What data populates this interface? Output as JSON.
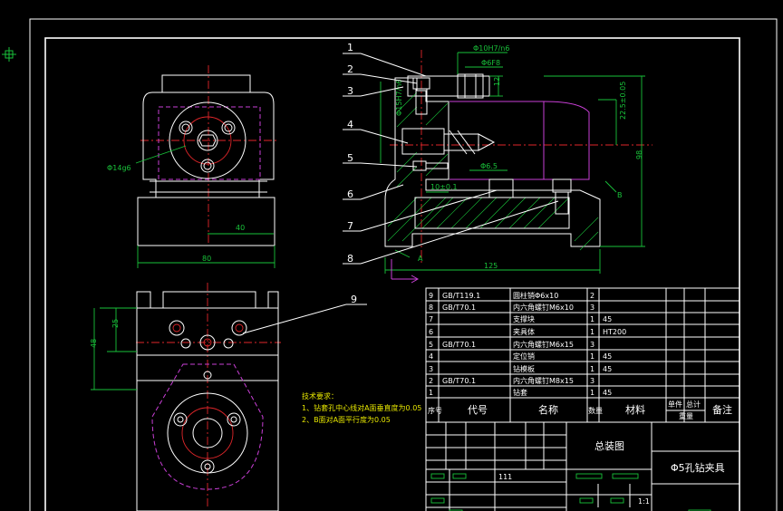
{
  "colors": {
    "background": "#000000",
    "outline": "#ffffff",
    "centerline": "#e0262a",
    "dimension": "#19c23a",
    "hidden": "#c93fd6",
    "note": "#e6e600"
  },
  "balloons": [
    "1",
    "2",
    "3",
    "4",
    "5",
    "6",
    "7",
    "8",
    "9"
  ],
  "front_view": {
    "dim_phi14g6": "Φ14g6",
    "dim_40": "40",
    "dim_80": "80"
  },
  "section_view": {
    "dim_phi10": "Φ10H7/n6",
    "dim_phi6f8": "Φ6F8",
    "dim_12": "12",
    "dim_phi15": "Φ15H7/n6",
    "dim_22_5": "22.5±0.05",
    "dim_98": "98",
    "dim_phi6_5": "Φ6.5",
    "dim_10": "10±0.1",
    "dim_125": "125",
    "label_a": "A",
    "label_b": "B"
  },
  "top_view": {
    "dim_25": "25",
    "dim_48": "48"
  },
  "notes": {
    "title": "技术要求：",
    "line1": "1、钻套孔中心线对A面垂直度为0.05",
    "line2": "2、B面对A面平行度为0.05"
  },
  "parts_list": {
    "rows": [
      {
        "no": "9",
        "code": "GB/T119.1",
        "name": "圆柱销Φ6x10",
        "qty": "2",
        "mat": ""
      },
      {
        "no": "8",
        "code": "GB/T70.1",
        "name": "内六角螺钉M6x10",
        "qty": "3",
        "mat": ""
      },
      {
        "no": "7",
        "code": "",
        "name": "支撑块",
        "qty": "1",
        "mat": "45"
      },
      {
        "no": "6",
        "code": "",
        "name": "夹具体",
        "qty": "1",
        "mat": "HT200"
      },
      {
        "no": "5",
        "code": "GB/T70.1",
        "name": "内六角螺钉M6x15",
        "qty": "3",
        "mat": ""
      },
      {
        "no": "4",
        "code": "",
        "name": "定位销",
        "qty": "1",
        "mat": "45"
      },
      {
        "no": "3",
        "code": "",
        "name": "钻模板",
        "qty": "1",
        "mat": "45"
      },
      {
        "no": "2",
        "code": "GB/T70.1",
        "name": "内六角螺钉M8x15",
        "qty": "3",
        "mat": ""
      },
      {
        "no": "1",
        "code": "",
        "name": "钻套",
        "qty": "1",
        "mat": "45"
      }
    ],
    "header": {
      "no": "序号",
      "code": "代号",
      "name": "名称",
      "qty": "数量",
      "mat": "材料",
      "unit": "单件",
      "total": "总计",
      "weight": "重量",
      "remark": "备注"
    }
  },
  "title_block": {
    "drawing_name": "总装图",
    "part_name": "Φ5孔钻夹具",
    "code": "111",
    "scale": "1:1"
  }
}
